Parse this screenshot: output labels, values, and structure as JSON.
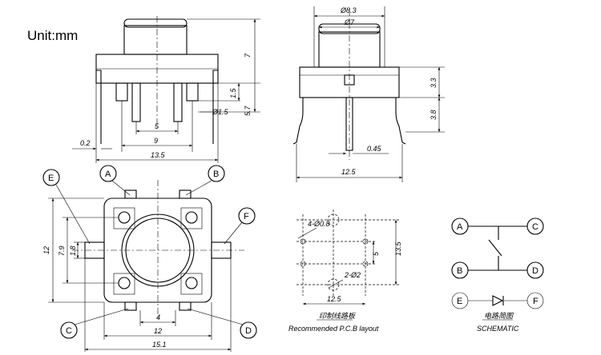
{
  "unit_label": "Unit:mm",
  "side_view": {
    "dims": {
      "height_total": "7",
      "height_lower": "1.5",
      "height_body": "5.7",
      "pin_dia": "Ø1.5",
      "pin_pitch_inner": "5",
      "pin_pitch": "9",
      "width": "13.5",
      "offset": "0.2"
    }
  },
  "front_view": {
    "dims": {
      "cap_outer": "Ø8.3",
      "cap_inner": "Ø7",
      "h_upper": "3.3",
      "h_lower": "3.8",
      "pin_thick": "0.45",
      "width": "12.5"
    }
  },
  "top_view": {
    "labels": {
      "a": "A",
      "b": "B",
      "c": "C",
      "d": "D",
      "e": "E",
      "f": "F"
    },
    "dims": {
      "height": "12",
      "inner_height": "7.9",
      "tab_height": "1.8",
      "pin_pitch": "4",
      "body": "12",
      "overall": "15.1"
    }
  },
  "pcb": {
    "dims": {
      "hole_mount": "4-Ø0.8",
      "hole_pin": "2-Ø2",
      "pitch_v": "13.5",
      "pitch_v_inner": "5",
      "pitch_h": "12.5"
    },
    "caption_cn": "印制线路板",
    "caption_en": "Recommended P.C.B layout"
  },
  "schematic": {
    "labels": {
      "a": "A",
      "b": "B",
      "c": "C",
      "d": "D",
      "e": "E",
      "f": "F"
    },
    "caption_cn": "电路简图",
    "caption_en": "SCHEMATIC"
  }
}
